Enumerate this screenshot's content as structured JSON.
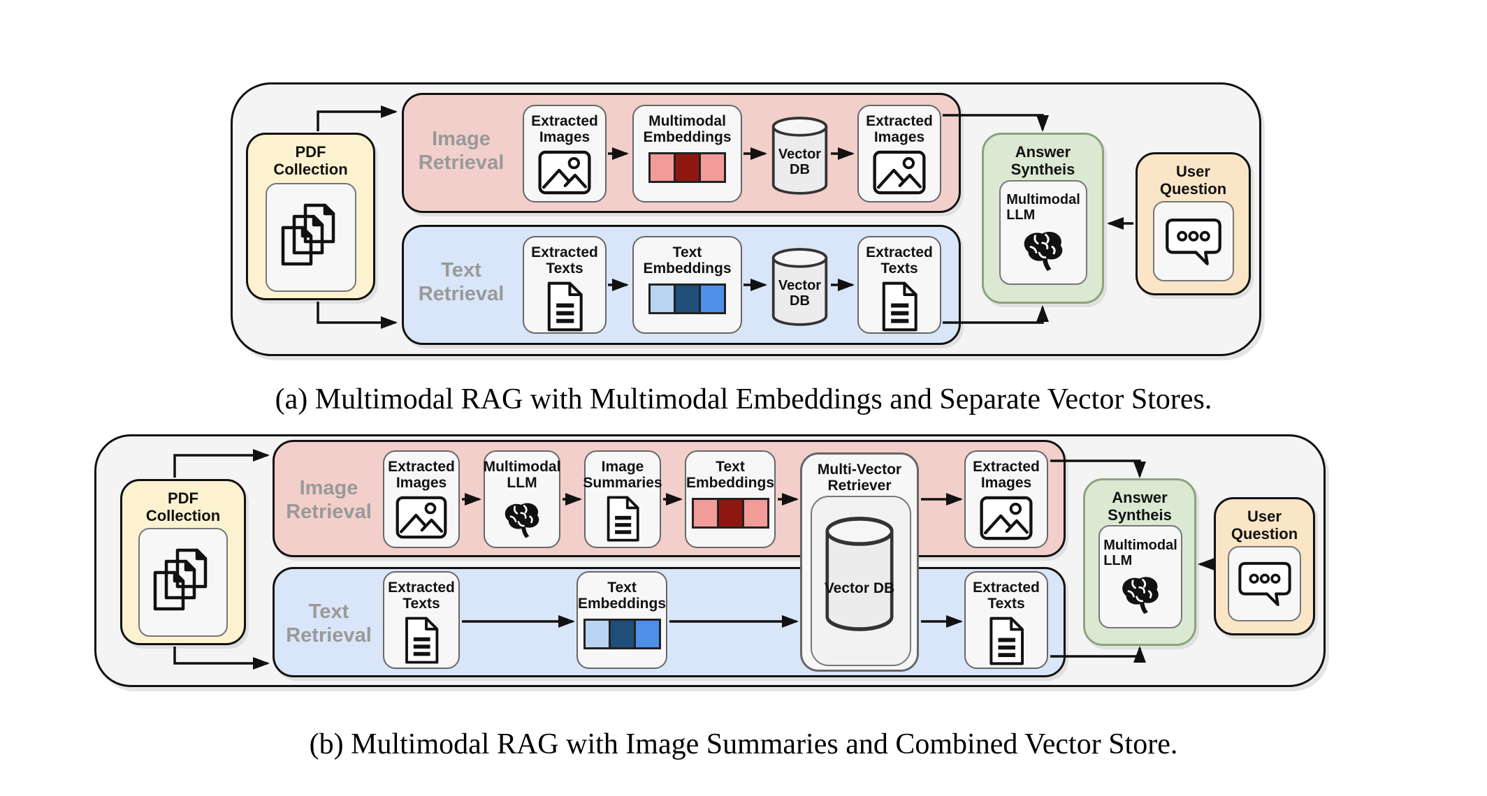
{
  "colors": {
    "outer_bg": "#f4f4f5",
    "pink_section": "#f2cfca",
    "blue_section": "#d9e5f8",
    "yellow_box": "#fdf2cf",
    "green_box": "#dbe9d3",
    "green_border": "#8ba37c",
    "orange_box": "#fbe5c7",
    "node_bg": "#f7f7f7",
    "node_border": "#666666",
    "row_label": "#999999",
    "arrow": "#111111",
    "emb_red": [
      "#f19c99",
      "#8f1712",
      "#f19c99"
    ],
    "emb_blue": [
      "#b9d3f2",
      "#1f4e79",
      "#4e8fea"
    ]
  },
  "diagram_a": {
    "caption": "(a) Multimodal RAG with Multimodal Embeddings and Separate Vector Stores.",
    "pdf_collection": {
      "label": "PDF\nCollection"
    },
    "image_retrieval": {
      "row_label": "Image\nRetrieval",
      "extracted_images_in": "Extracted\nImages",
      "multimodal_embeddings": "Multimodal\nEmbeddings",
      "vector_db": "Vector\nDB",
      "extracted_images_out": "Extracted\nImages"
    },
    "text_retrieval": {
      "row_label": "Text\nRetrieval",
      "extracted_texts_in": "Extracted\nTexts",
      "text_embeddings": "Text\nEmbeddings",
      "vector_db": "Vector\nDB",
      "extracted_texts_out": "Extracted\nTexts"
    },
    "answer_synthesis": {
      "label": "Answer\nSyntheis",
      "llm_label": "Multimodal\nLLM"
    },
    "user_question": {
      "label": "User\nQuestion"
    }
  },
  "diagram_b": {
    "caption": "(b) Multimodal RAG with Image Summaries and Combined Vector Store.",
    "pdf_collection": {
      "label": "PDF\nCollection"
    },
    "image_retrieval": {
      "row_label": "Image\nRetrieval",
      "extracted_images_in": "Extracted\nImages",
      "multimodal_llm": "Multimodal\nLLM",
      "image_summaries": "Image\nSummaries",
      "text_embeddings": "Text\nEmbeddings",
      "extracted_images_out": "Extracted\nImages"
    },
    "multi_vector_retriever": {
      "label": "Multi-Vector\nRetriever",
      "vector_db": "Vector DB"
    },
    "text_retrieval": {
      "row_label": "Text\nRetrieval",
      "extracted_texts_in": "Extracted\nTexts",
      "text_embeddings": "Text\nEmbeddings",
      "extracted_texts_out": "Extracted\nTexts"
    },
    "answer_synthesis": {
      "label": "Answer\nSyntheis",
      "llm_label": "Multimodal\nLLM"
    },
    "user_question": {
      "label": "User\nQuestion"
    }
  }
}
